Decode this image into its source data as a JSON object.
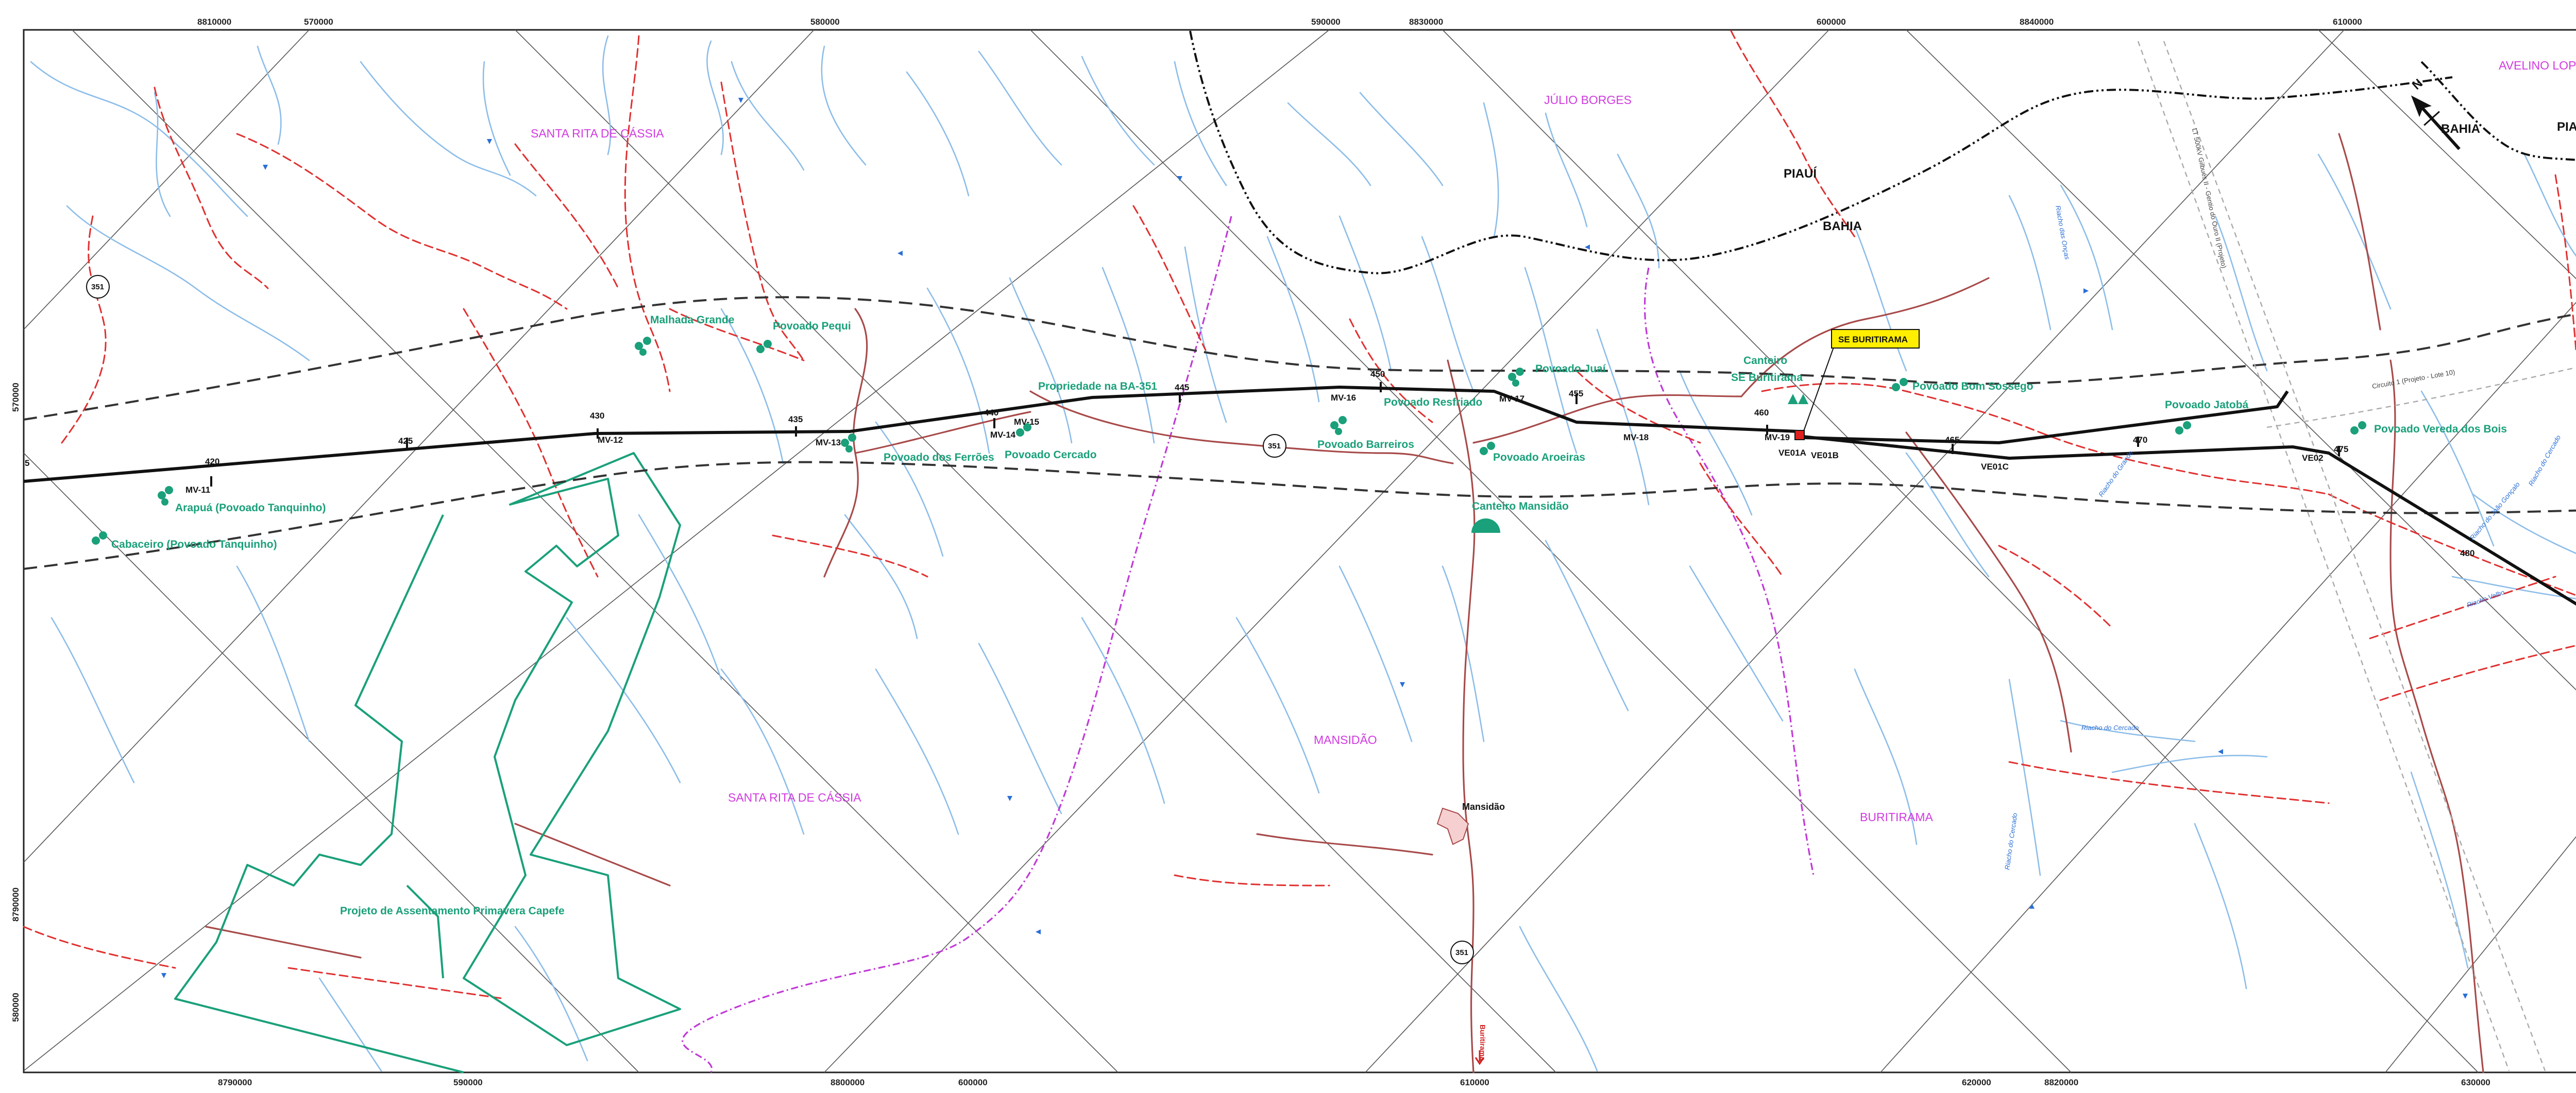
{
  "colors": {
    "drainage": "#7fb4e6",
    "road": "#e03030",
    "road_paved": "#a84a4a",
    "line": "#111111",
    "corridor": "#333333",
    "settlement": "#1aa07a",
    "municipal": "#c03ad6",
    "grid": "#555555",
    "substation_box": "#ffee00"
  },
  "top_ticks": [
    "8810000",
    "570000",
    "580000",
    "590000",
    "8830000",
    "600000",
    "8840000",
    "610000"
  ],
  "bottom_ticks": [
    "8790000",
    "590000",
    "8800000",
    "600000",
    "610000",
    "620000",
    "8820000",
    "630000"
  ],
  "left_ticks": [
    "570000",
    "8790000",
    "580000"
  ],
  "regions": {
    "santa_rita_north": "SANTA RITA DE CÁSSIA",
    "julio_borges": "JÚLIO BORGES",
    "avelino_lopes": "AVELINO LOPES",
    "mansidao": "MANSIDÃO",
    "santa_rita_south": "SANTA RITA DE CÁSSIA",
    "buritirama": "BURITIRAMA"
  },
  "states": {
    "piaui_1": "PIAUÍ",
    "bahia_1": "BAHIA",
    "bahia_2": "BAHIA",
    "piaui_2": "PIAUÍ"
  },
  "settlements": {
    "malhada_grande": "Malhada Grande",
    "povoado_pequi": "Povoado Pequi",
    "propriedade_ba351": "Propriedade na BA-351",
    "povoado_ferroes": "Povoado dos Ferrões",
    "povoado_cercado": "Povoado Cercado",
    "povoado_barreiros": "Povoado Barreiros",
    "povoado_resfriado": "Povoado Resfriado",
    "povoado_juai": "Povoado Juaí",
    "povoado_aroeiras": "Povoado Aroeiras",
    "canteiro_mansidao": "Canteiro Mansidão",
    "canteiro_se_1": "Canteiro",
    "canteiro_se_2": "SE Buritirama",
    "povoado_bom_sossego": "Povoado Bom Sossego",
    "povoado_jatoba": "Povoado Jatobá",
    "povoado_vereda": "Povoado Vereda dos Bois",
    "arapua": "Arapuá (Povoado Tanquinho)",
    "cabaceiro": "Cabaceiro (Povoado Tanquinho)",
    "assentamento": "Projeto de Assentamento Primavera Capefe"
  },
  "substation_label": "SE BURITIRAMA",
  "towers": {
    "mv11": "MV-11",
    "mv12": "MV-12",
    "mv13": "MV-13",
    "mv14": "MV-14",
    "mv15": "MV-15",
    "mv16": "MV-16",
    "mv17": "MV-17",
    "mv18": "MV-18",
    "mv19": "MV-19",
    "ve01a": "VE01A",
    "ve01b": "VE01B",
    "ve01c": "VE01C",
    "ve02": "VE02"
  },
  "km_marks": [
    "5",
    "420",
    "425",
    "430",
    "435",
    "440",
    "445",
    "450",
    "455",
    "460",
    "465",
    "470",
    "475",
    "480"
  ],
  "roads": {
    "ba351_a": "351",
    "ba351_b": "351",
    "ba351_c": "351",
    "to_buritirama": "Buritirama"
  },
  "town_mansidao": "Mansidão",
  "rivers": {
    "r1": "Riacho das Onças",
    "r2": "Riacho do Cercado",
    "r3": "Riacho do Grande",
    "r4": "Riacho do João Gonçalo",
    "r5": "Riacho Velho",
    "r6": "Riacho do Cercado",
    "r7": "Riacho do Cercado"
  },
  "line_labels": {
    "lt_gilbues": "LT 500kV Gilbués II - Gentio do Ouro II (Projeto)",
    "circuito": "Circuito 1 (Projeto - Lote 10)"
  },
  "north": "N"
}
